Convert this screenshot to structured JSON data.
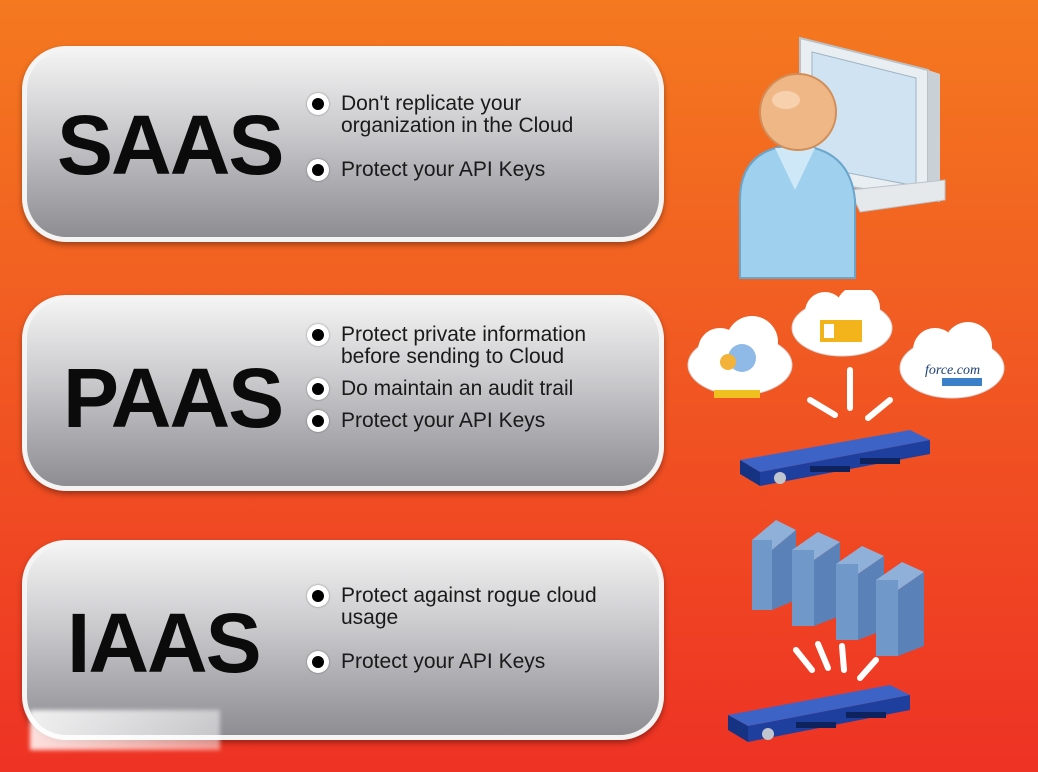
{
  "sections": [
    {
      "label": "SAAS",
      "bullets": [
        "Don't replicate your organization in the Cloud",
        "Protect your API Keys"
      ]
    },
    {
      "label": "PAAS",
      "bullets": [
        "Protect private information before sending to Cloud",
        "Do maintain an audit trail",
        "Protect your API Keys"
      ]
    },
    {
      "label": "IAAS",
      "bullets": [
        "Protect against rogue cloud usage",
        "Protect your API Keys"
      ]
    }
  ],
  "art": {
    "saas": "user-at-computer-icon",
    "paas": "cloud-services-to-appliance",
    "paas_cloud_text": "force.com",
    "iaas": "servers-to-appliance"
  },
  "colors": {
    "background_top": "#f4791f",
    "background_bottom": "#ee3224",
    "panel_light": "#f3f3f3",
    "panel_dark": "#8d8d92",
    "appliance_blue": "#1f3f9e"
  }
}
